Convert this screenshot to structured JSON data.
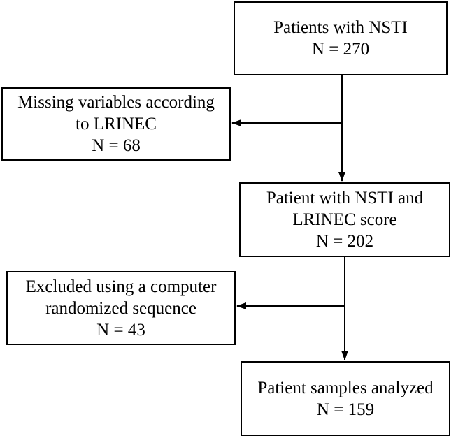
{
  "flowchart": {
    "nodes": [
      {
        "id": "patients_nsti",
        "lines": [
          "Patients with NSTI",
          "N = 270"
        ]
      },
      {
        "id": "missing_variables",
        "lines": [
          "Missing variables according",
          "to LRINEC",
          "N = 68"
        ]
      },
      {
        "id": "nsti_lrinec",
        "lines": [
          "Patient with NSTI and",
          "LRINEC score",
          "N = 202"
        ]
      },
      {
        "id": "excluded_randomized",
        "lines": [
          "Excluded using a computer",
          "randomized sequence",
          "N = 43"
        ]
      },
      {
        "id": "samples_analyzed",
        "lines": [
          "Patient samples analyzed",
          "N = 159"
        ]
      }
    ],
    "edges": [
      {
        "from": "patients_nsti",
        "to": "missing_variables"
      },
      {
        "from": "patients_nsti",
        "to": "nsti_lrinec"
      },
      {
        "from": "nsti_lrinec",
        "to": "excluded_randomized"
      },
      {
        "from": "nsti_lrinec",
        "to": "samples_analyzed"
      }
    ]
  }
}
